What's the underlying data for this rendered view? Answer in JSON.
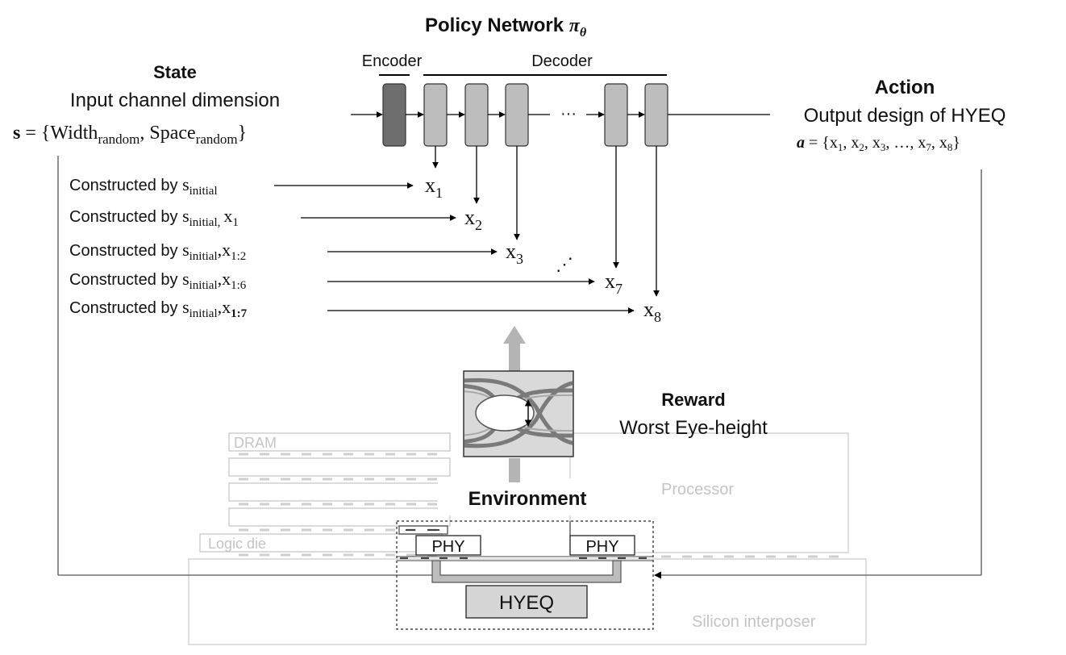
{
  "policy": {
    "title": "Policy Network ",
    "pi": "π",
    "theta": "θ",
    "encoder_label": "Encoder",
    "decoder_label": "Decoder",
    "ellipsis": "···"
  },
  "state": {
    "title": "State",
    "subtitle": "Input channel dimension",
    "s": "s",
    "eq": " = {",
    "width": "Width",
    "space": "Space",
    "random": "random",
    "comma": ", ",
    "close": "}"
  },
  "action": {
    "title": "Action",
    "subtitle": "Output design of HYEQ",
    "a": "a",
    "eq": " = {",
    "x": "x",
    "subs": [
      "1",
      "2",
      "3",
      "7",
      "8"
    ],
    "dots": "…",
    "close": "}"
  },
  "construct": {
    "prefix": "Constructed by ",
    "s": "s",
    "initial": "initial",
    "rows": [
      {
        "s_sub": "initial",
        "extra": "",
        "extra_sub": "",
        "target_sub": "1"
      },
      {
        "s_sub": "initial,",
        "extra": "x",
        "extra_sub": "1",
        "target_sub": "2"
      },
      {
        "s_sub": "initial",
        "extra": ",x",
        "extra_sub": "1:2",
        "target_sub": "3"
      },
      {
        "s_sub": "initial",
        "extra": ",x",
        "extra_sub": "1:6",
        "target_sub": "7"
      },
      {
        "s_sub": "initial",
        "extra": ",x",
        "extra_sub": "1:7",
        "target_sub": "8"
      }
    ],
    "mid_ellipsis": "⋰"
  },
  "reward": {
    "title": "Reward",
    "subtitle": "Worst Eye-height"
  },
  "environment": {
    "title": "Environment",
    "dram": "DRAM",
    "processor": "Processor",
    "logic_die": "Logic die",
    "phy_left": "PHY",
    "phy_right": "PHY",
    "hyeq": "HYEQ",
    "interposer": "Silicon interposer"
  },
  "colors": {
    "encoder_fill": "#6e6e6e",
    "decoder_fill": "#bdbdbd",
    "faint": "#c8c8c8",
    "faint_text": "#c0c0c0",
    "arrow_gray": "#b4b4b4",
    "hyeq_fill": "#d6d6d6"
  }
}
